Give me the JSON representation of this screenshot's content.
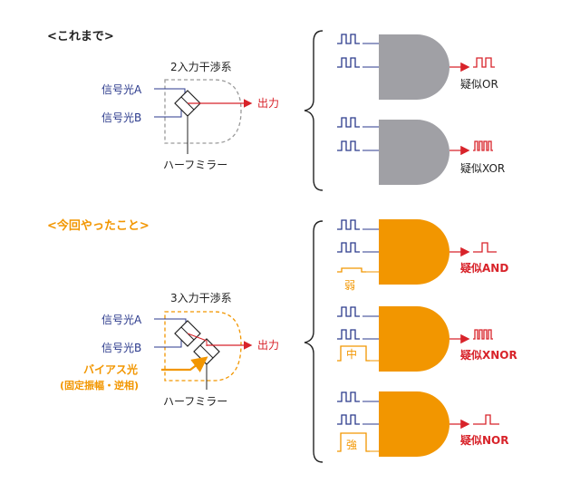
{
  "sections": {
    "before": "<これまで>",
    "now": "<今回やったこと>"
  },
  "top": {
    "system": "2入力干渉系",
    "in_a": "信号光A",
    "in_b": "信号光B",
    "out": "出力",
    "mirror": "ハーフミラー",
    "gates": [
      {
        "label": "疑似OR"
      },
      {
        "label": "疑似XOR"
      }
    ]
  },
  "bottom": {
    "system": "3入力干渉系",
    "in_a": "信号光A",
    "in_b": "信号光B",
    "out": "出力",
    "mirror": "ハーフミラー",
    "bias": "バイアス光",
    "bias_note": "(固定振幅・逆相)",
    "gates": [
      {
        "label": "疑似AND",
        "bias_level": "弱"
      },
      {
        "label": "疑似XNOR",
        "bias_level": "中"
      },
      {
        "label": "疑似NOR",
        "bias_level": "強"
      }
    ]
  },
  "colors": {
    "navy": "#2b3a8c",
    "red": "#d8232a",
    "orange": "#f29600",
    "gray": "#a0a0a5",
    "black": "#222222",
    "dash": "#9a9a9a"
  }
}
